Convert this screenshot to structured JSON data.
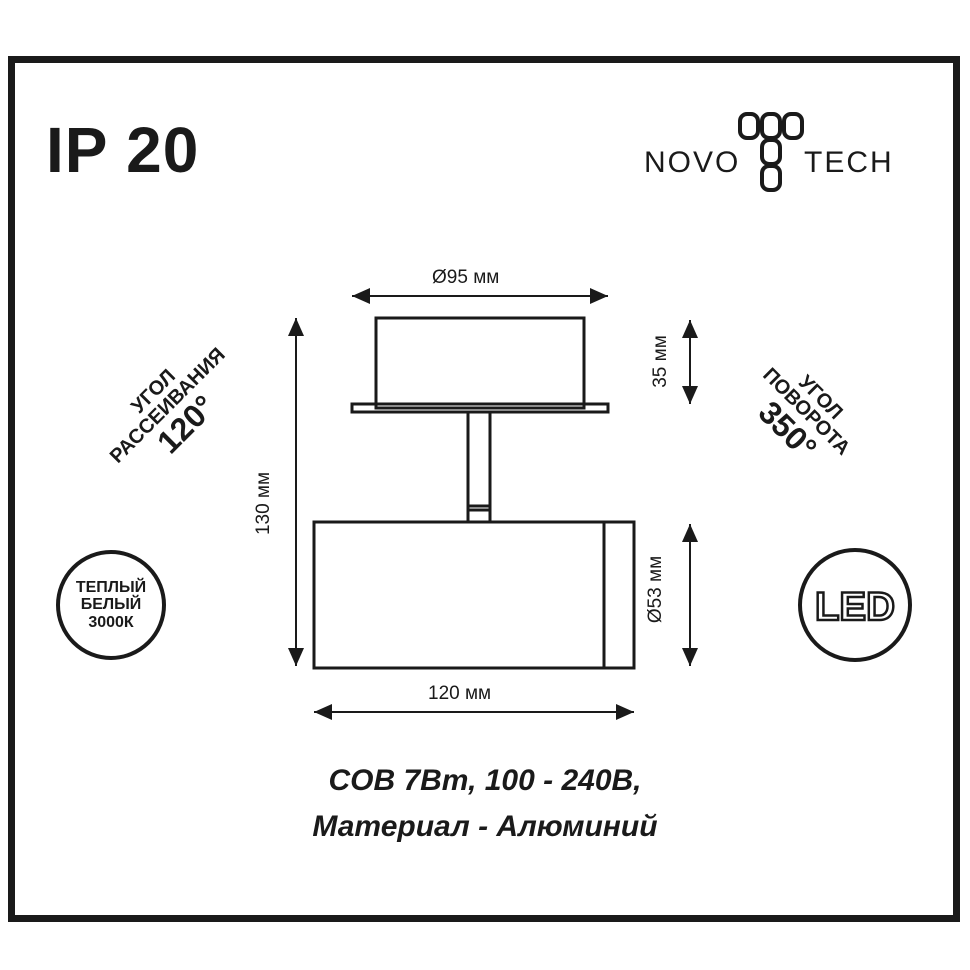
{
  "ip_rating": "IP 20",
  "brand": {
    "name_left": "NOVO",
    "name_right": "TECH"
  },
  "dimensions": {
    "top_diameter": "Ø95 мм",
    "base_height": "35 мм",
    "total_height": "130 мм",
    "head_diameter": "Ø53 мм",
    "head_length": "120 мм"
  },
  "beam_angle": {
    "line1": "УГОЛ",
    "line2": "РАССЕИВАНИЯ",
    "value": "120°"
  },
  "rotation_angle": {
    "line1": "УГОЛ",
    "line2": "ПОВОРОТА",
    "value": "350°"
  },
  "color_temp": {
    "line1": "ТЕПЛЫЙ",
    "line2": "БЕЛЫЙ",
    "line3": "3000К"
  },
  "led_badge": "LED",
  "specs": {
    "line1": "COB 7Вт, 100 - 240В,",
    "line2": "Материал - Алюминий"
  }
}
